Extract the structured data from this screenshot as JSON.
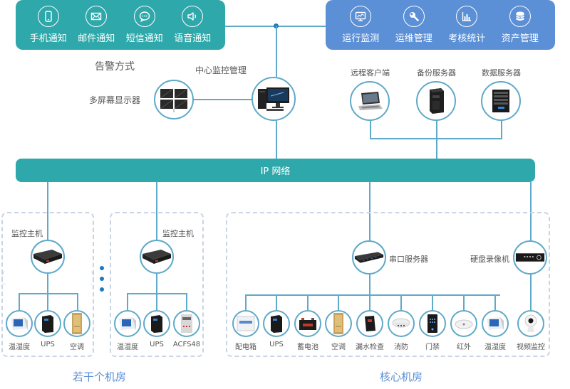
{
  "alerts": {
    "title": "告警方式",
    "color": "#2ea8aa",
    "items": [
      {
        "label": "手机通知",
        "icon": "mobile-phone-icon"
      },
      {
        "label": "邮件通知",
        "icon": "envelope-icon"
      },
      {
        "label": "短信通知",
        "icon": "chat-bubble-icon"
      },
      {
        "label": "语音通知",
        "icon": "speaker-icon"
      }
    ]
  },
  "management": {
    "color": "#5b8fd6",
    "items": [
      {
        "label": "运行监测",
        "icon": "monitor-chart-icon"
      },
      {
        "label": "运维管理",
        "icon": "wrench-icon"
      },
      {
        "label": "考核统计",
        "icon": "bar-chart-icon"
      },
      {
        "label": "资产管理",
        "icon": "coin-stack-icon"
      }
    ]
  },
  "center": {
    "label": "中心监控管理",
    "multiscreen_label": "多屏幕显示器"
  },
  "servers": [
    {
      "label": "远程客户端",
      "icon": "laptop-icon"
    },
    {
      "label": "备份服务器",
      "icon": "tower-server-icon"
    },
    {
      "label": "数据服务器",
      "icon": "nas-server-icon"
    }
  ],
  "network": {
    "label": "IP 网络",
    "color": "#2ea8aa"
  },
  "rooms": [
    {
      "host_label": "监控主机",
      "devices": [
        "温湿度",
        "UPS",
        "空调"
      ]
    },
    {
      "host_label": "监控主机",
      "devices": [
        "温湿度",
        "UPS",
        "ACFS48"
      ]
    }
  ],
  "core_room": {
    "serial_label": "串口服务器",
    "dvr_label": "硬盘录像机",
    "devices": [
      "配电箱",
      "UPS",
      "蓄电池",
      "空调",
      "漏水检查",
      "消防",
      "门禁",
      "红外",
      "温湿度"
    ],
    "camera_label": "视频监控"
  },
  "footer": {
    "rooms_caption": "若干个机房",
    "core_caption": "核心机房"
  },
  "colors": {
    "line": "#5fa9c9",
    "dot": "#1c79c0",
    "dashed": "#c9d4e4"
  }
}
